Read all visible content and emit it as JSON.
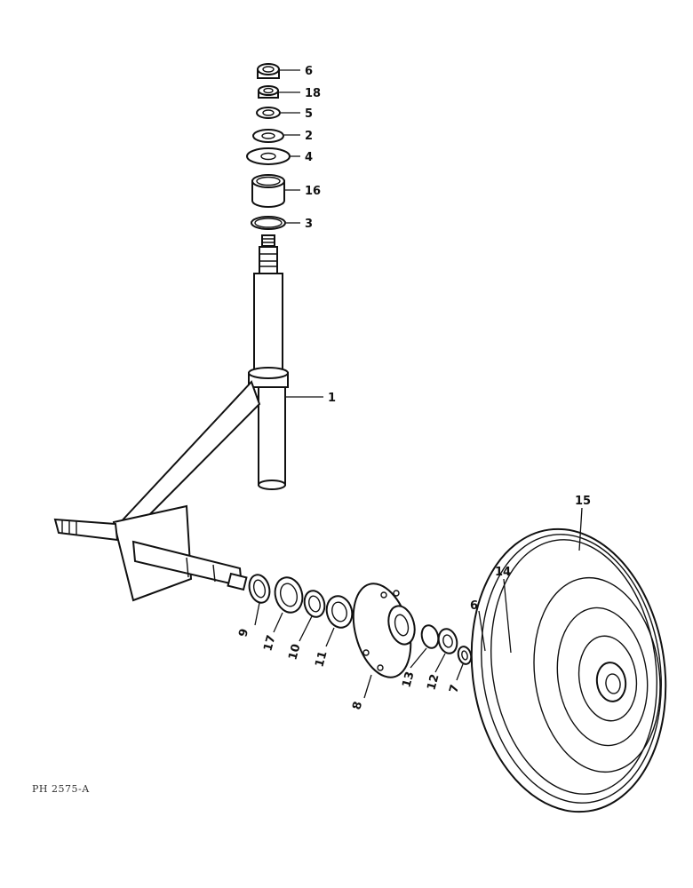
{
  "callouts": {
    "c6a": "6",
    "c18": "18",
    "c5": "5",
    "c2": "2",
    "c4": "4",
    "c16": "16",
    "c3": "3",
    "c1": "1",
    "c15": "15",
    "c14": "14",
    "c6b": "6",
    "c9": "9",
    "c17": "17",
    "c10": "10",
    "c11": "11",
    "c8": "8",
    "c13": "13",
    "c12": "12",
    "c7": "7"
  },
  "reference_code": "PH 2575-A"
}
